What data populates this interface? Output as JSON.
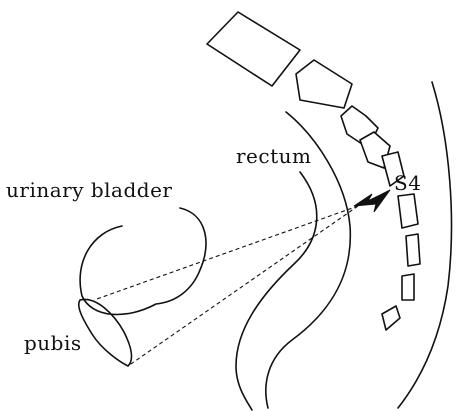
{
  "labels": {
    "rectum": "rectum",
    "bladder": "urinary bladder",
    "s4": "S4",
    "pubis": "pubis"
  }
}
